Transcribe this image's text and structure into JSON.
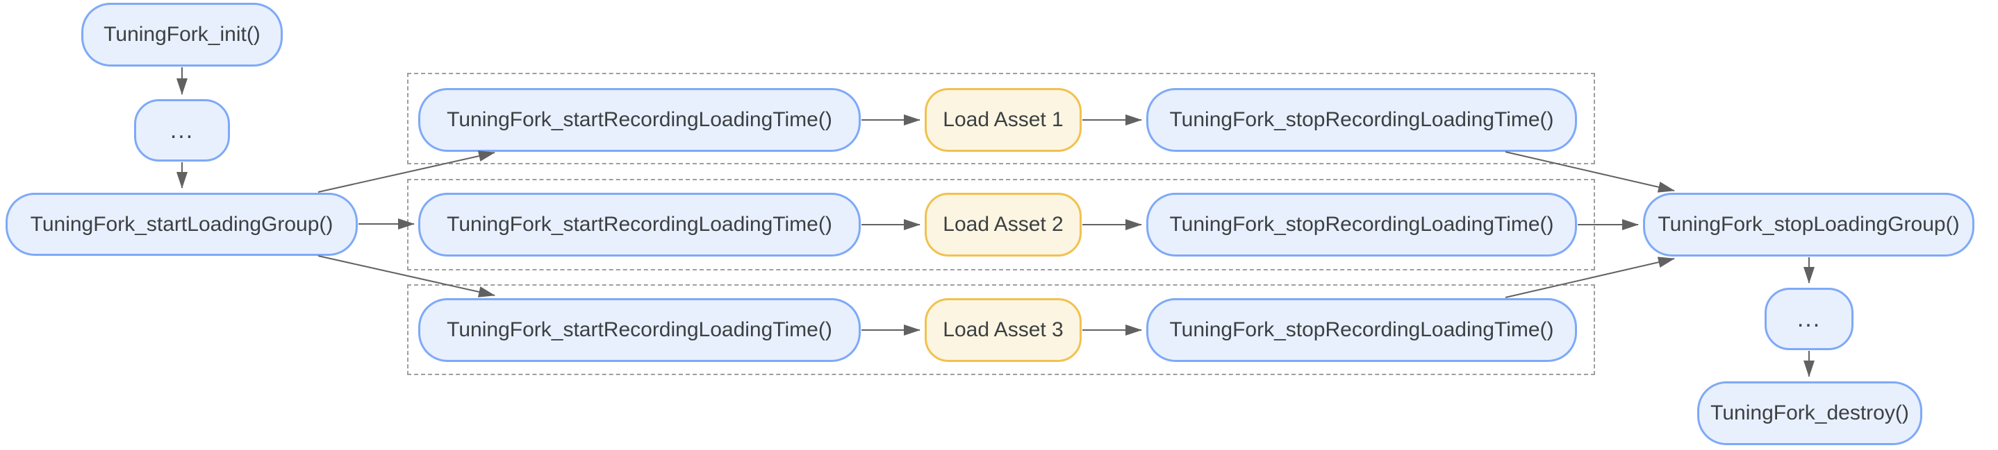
{
  "colors": {
    "background": "#ffffff",
    "node_fill_blue": "#E8F0FE",
    "node_border_blue": "#7EA9F7",
    "node_fill_yellow": "#FCF5E1",
    "node_border_yellow": "#F2C14E",
    "edge": "#616161",
    "group_border": "#9E9E9E",
    "text": "#3C4043"
  },
  "nodes": {
    "init": "TuningFork_init()",
    "ellipsis_start": "...",
    "start_loading_group": "TuningFork_startLoadingGroup()",
    "stop_loading_group": "TuningFork_stopLoadingGroup()",
    "ellipsis_end": "...",
    "destroy": "TuningFork_destroy()"
  },
  "asset_rows": [
    {
      "start_recording": "TuningFork_startRecordingLoadingTime()",
      "load_asset": "Load Asset 1",
      "stop_recording": "TuningFork_stopRecordingLoadingTime()"
    },
    {
      "start_recording": "TuningFork_startRecordingLoadingTime()",
      "load_asset": "Load Asset 2",
      "stop_recording": "TuningFork_stopRecordingLoadingTime()"
    },
    {
      "start_recording": "TuningFork_startRecordingLoadingTime()",
      "load_asset": "Load Asset 3",
      "stop_recording": "TuningFork_stopRecordingLoadingTime()"
    }
  ]
}
